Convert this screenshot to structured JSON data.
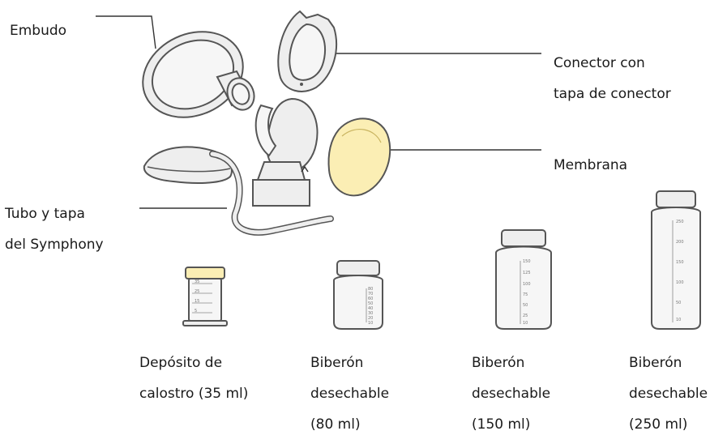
{
  "labels": {
    "embudo": "Embudo",
    "conector_line1": "Conector con",
    "conector_line2": "tapa de conector",
    "membrana": "Membrana",
    "tubo_line1": "Tubo y tapa",
    "tubo_line2": "del Symphony",
    "deposito_line1": "Depósito de",
    "deposito_line2": "calostro (35 ml)",
    "biberon80_line1": "Biberón",
    "biberon80_line2": "desechable",
    "biberon80_line3": "(80 ml)",
    "biberon150_line1": "Biberón",
    "biberon150_line2": "desechable",
    "biberon150_line3": "(150 ml)",
    "biberon250_line1": "Biberón",
    "biberon250_line2": "desechable",
    "biberon250_line3": "(250 ml)"
  },
  "scales": {
    "deposito": [
      "35",
      "25",
      "15",
      "5"
    ],
    "biberon80": [
      "80",
      "70",
      "60",
      "50",
      "40",
      "30",
      "20",
      "10"
    ],
    "biberon150": [
      "150",
      "125",
      "100",
      "75",
      "50",
      "25",
      "10"
    ],
    "biberon250": [
      "250",
      "200",
      "150",
      "100",
      "50",
      "10"
    ]
  },
  "colors": {
    "membrane": "#fbeeb4",
    "part_fill": "#eeeeee",
    "outline": "#555555"
  }
}
